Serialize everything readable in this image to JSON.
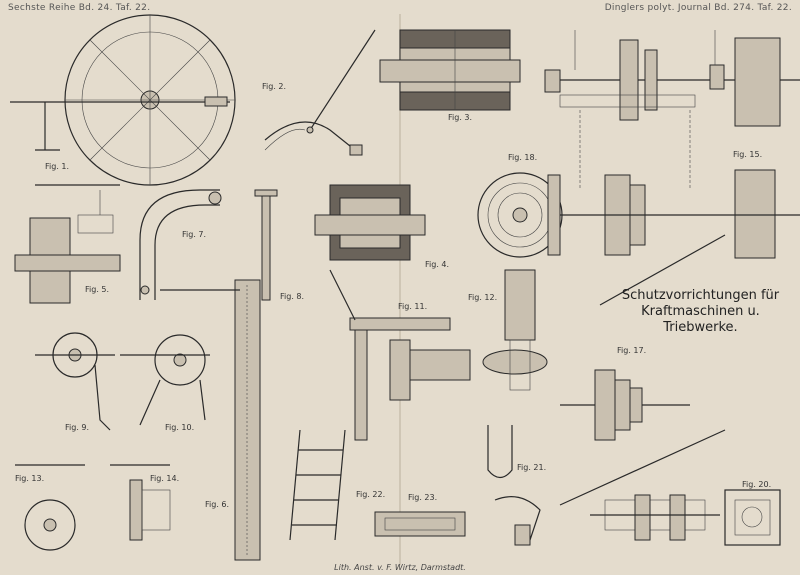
{
  "header": {
    "left": "Sechste Reihe Bd. 24. Taf. 22.",
    "right": "Dinglers polyt. Journal Bd. 274. Taf. 22."
  },
  "title_lines": [
    "Schutzvorrichtungen für",
    "Kraftmaschinen u.",
    "Triebwerke."
  ],
  "imprint": "Lith. Anst. v. F. Wirtz, Darmstadt.",
  "figures": [
    {
      "id": "fig1",
      "label": "Fig. 1."
    },
    {
      "id": "fig2",
      "label": "Fig. 2."
    },
    {
      "id": "fig3",
      "label": "Fig. 3."
    },
    {
      "id": "fig4",
      "label": "Fig. 4."
    },
    {
      "id": "fig5",
      "label": "Fig. 5."
    },
    {
      "id": "fig6",
      "label": "Fig. 6."
    },
    {
      "id": "fig7",
      "label": "Fig. 7."
    },
    {
      "id": "fig8",
      "label": "Fig. 8."
    },
    {
      "id": "fig9",
      "label": "Fig. 9."
    },
    {
      "id": "fig10",
      "label": "Fig. 10."
    },
    {
      "id": "fig11",
      "label": "Fig. 11."
    },
    {
      "id": "fig12",
      "label": "Fig. 12."
    },
    {
      "id": "fig13",
      "label": "Fig. 13."
    },
    {
      "id": "fig14",
      "label": "Fig. 14."
    },
    {
      "id": "fig15",
      "label": "Fig. 15."
    },
    {
      "id": "fig17",
      "label": "Fig. 17."
    },
    {
      "id": "fig18",
      "label": "Fig. 18."
    },
    {
      "id": "fig20",
      "label": "Fig. 20."
    },
    {
      "id": "fig21",
      "label": "Fig. 21."
    },
    {
      "id": "fig22",
      "label": "Fig. 22."
    },
    {
      "id": "fig23",
      "label": "Fig. 23."
    }
  ]
}
